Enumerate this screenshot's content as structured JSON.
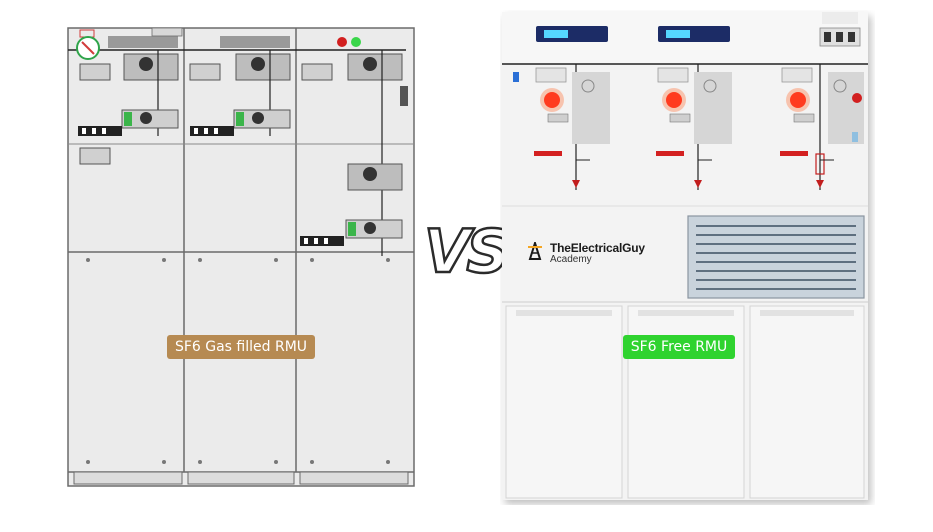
{
  "left_label": "SF6 Gas filled RMU",
  "right_label": "SF6 Free RMU",
  "vs_text": "VS",
  "brand": {
    "name": "TheElectricalGuy",
    "sub": "Academy",
    "logo_icon": "tower-logo-icon"
  },
  "colors": {
    "gas_label_bg": "#b68a52",
    "free_label_bg": "#2fd32f",
    "indicator_red": "#ff3b1f",
    "indicator_green": "#3ad64a",
    "cabinet_gray": "#e6e6e6"
  }
}
